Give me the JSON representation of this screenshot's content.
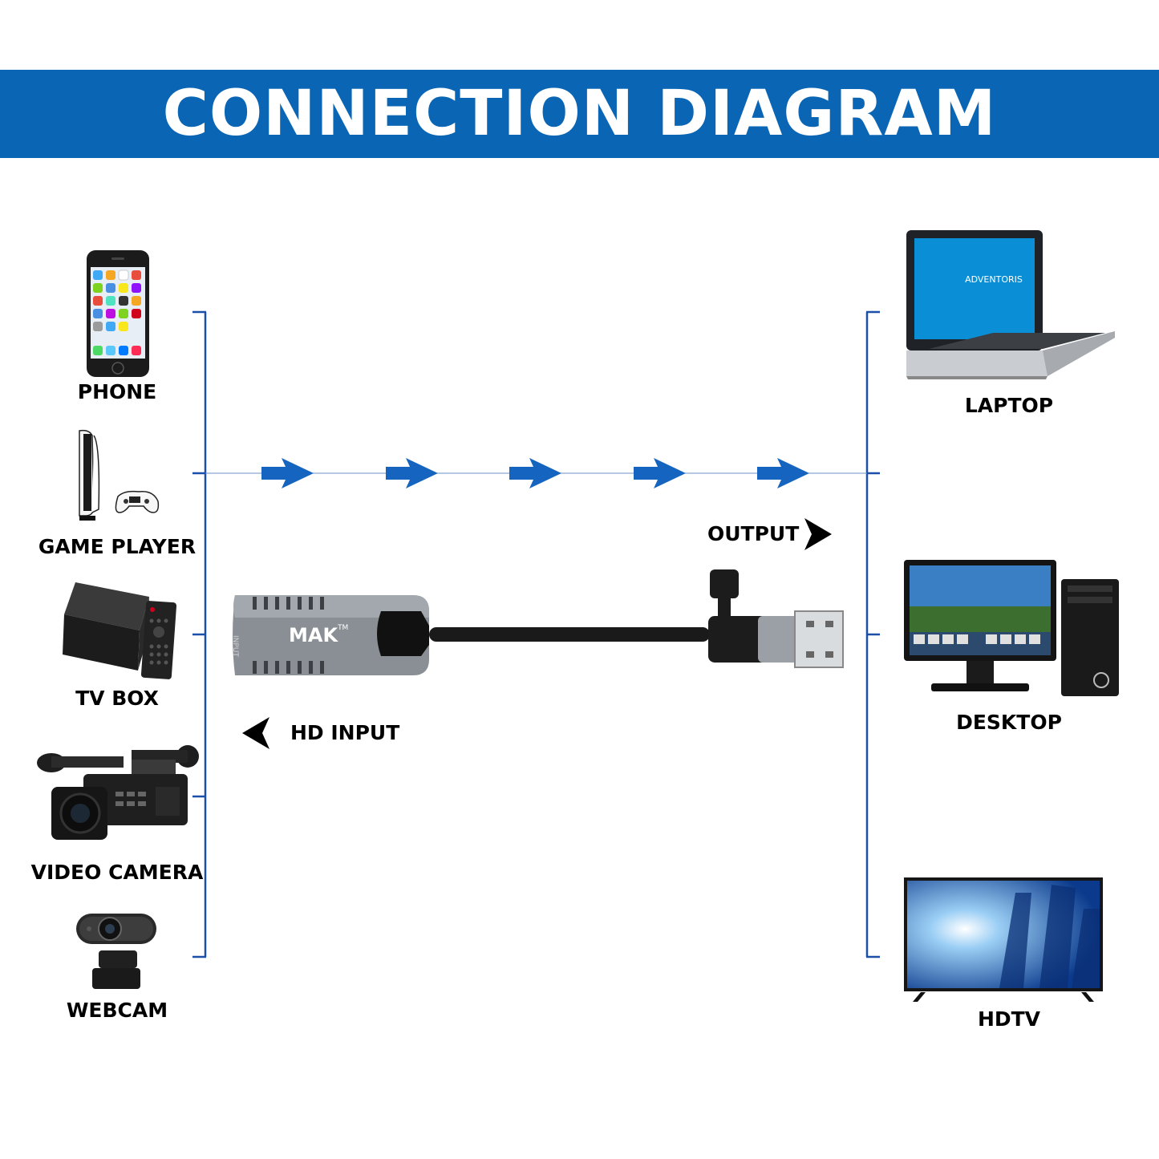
{
  "header": {
    "title": "CONNECTION DIAGRAM"
  },
  "colors": {
    "header_blue": "#0a66b5",
    "arrow_blue": "#1565c0",
    "bracket_blue": "#1c4fa8"
  },
  "inputs": [
    {
      "label": "PHONE",
      "icon": "phone-icon"
    },
    {
      "label": "GAME PLAYER",
      "icon": "game-console-icon"
    },
    {
      "label": "TV BOX",
      "icon": "tv-box-icon"
    },
    {
      "label": "VIDEO CAMERA",
      "icon": "video-camera-icon"
    },
    {
      "label": "WEBCAM",
      "icon": "webcam-icon"
    }
  ],
  "outputs": [
    {
      "label": "LAPTOP",
      "icon": "laptop-icon",
      "screen_brand": "ADVENTORIS"
    },
    {
      "label": "DESKTOP",
      "icon": "desktop-icon"
    },
    {
      "label": "HDTV",
      "icon": "hdtv-icon"
    }
  ],
  "device": {
    "brand": "MAK",
    "trademark": "TM",
    "port_label": "INPUT",
    "output_label": "OUTPUT",
    "input_label": "HD INPUT"
  }
}
